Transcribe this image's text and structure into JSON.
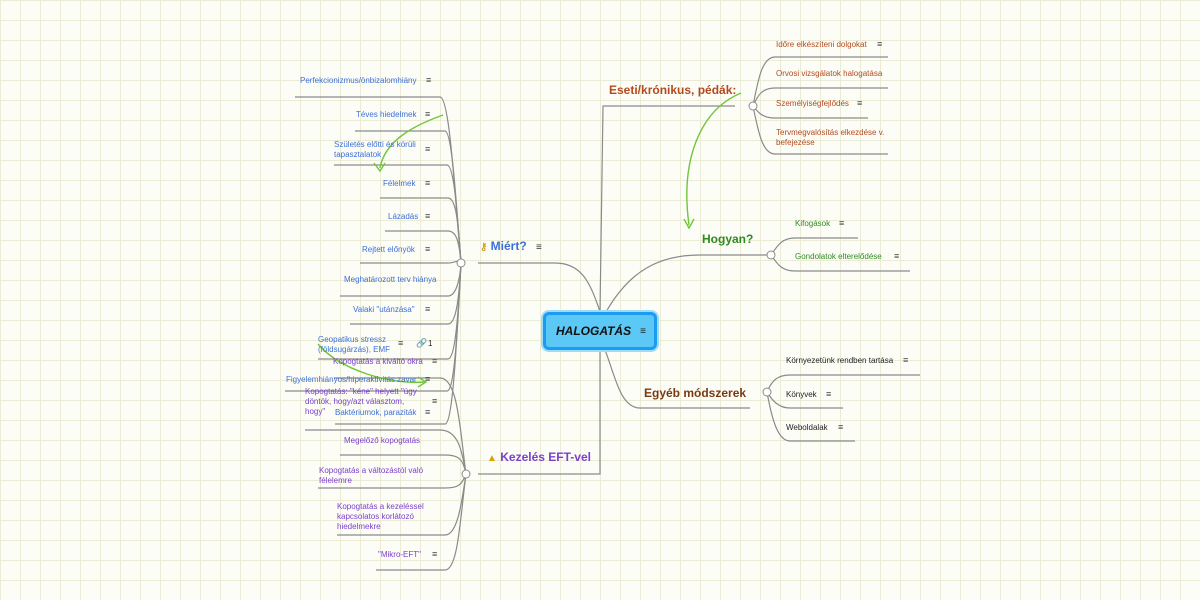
{
  "root": {
    "title": "HALOGATÁS",
    "note_icon": "note-icon"
  },
  "why": {
    "title": "Miért?",
    "icon": "key-icon",
    "items": [
      "Perfekcionizmus/önbizalomhiány",
      "Téves hiedelmek",
      "Születés előtti és körüli tapasztalatok",
      "Félelmek",
      "Lázadás",
      "Rejtett előnyök",
      "Meghatározott terv hiánya",
      "Valaki \"utánzása\"",
      "Geopatikus stressz (földsugárzás), EMF",
      "Figyelemhiányos/hiperaktivitás zavar",
      "Baktériumok, paraziták"
    ],
    "link_count": "1"
  },
  "eft": {
    "title": "Kezelés EFT-vel",
    "icon": "thumbs-up-icon",
    "items": [
      "Kopogtatás a kiváltó okra",
      "Kopogtatás: \"kéne\" helyett \"úgy döntök, hogy/azt választom, hogy\"",
      "Megelőző kopogtatás",
      "Kopogtatás a változástól való félelemre",
      "Kopogtatás a kezeléssel kapcsolatos korlátozó hiedelmekre",
      "\"Mikro-EFT\""
    ]
  },
  "cases": {
    "title": "Eseti/krónikus, pédák:",
    "items": [
      "Időre elkészíteni dolgokat",
      "Orvosi vizsgálatok halogatása",
      "Személyiségfejlődés",
      "Tervmegvalósítás elkezdése v. befejezése"
    ]
  },
  "how": {
    "title": "Hogyan?",
    "items": [
      "Kifogások",
      "Gondolatok elterelődése"
    ]
  },
  "other": {
    "title": "Egyéb módszerek",
    "items": [
      "Környezetünk rendben tartása",
      "Könyvek",
      "Weboldalak"
    ]
  },
  "colors": {
    "why": "#3b6fd8",
    "eft": "#7a3fcf",
    "cases": "#b24a1c",
    "how": "#2f8a22",
    "other": "#7a3a10",
    "connector": "#6fc63a",
    "line": "#8a8a8a",
    "root_fill": "#5bc8f5",
    "root_border": "#1d9bf0"
  }
}
